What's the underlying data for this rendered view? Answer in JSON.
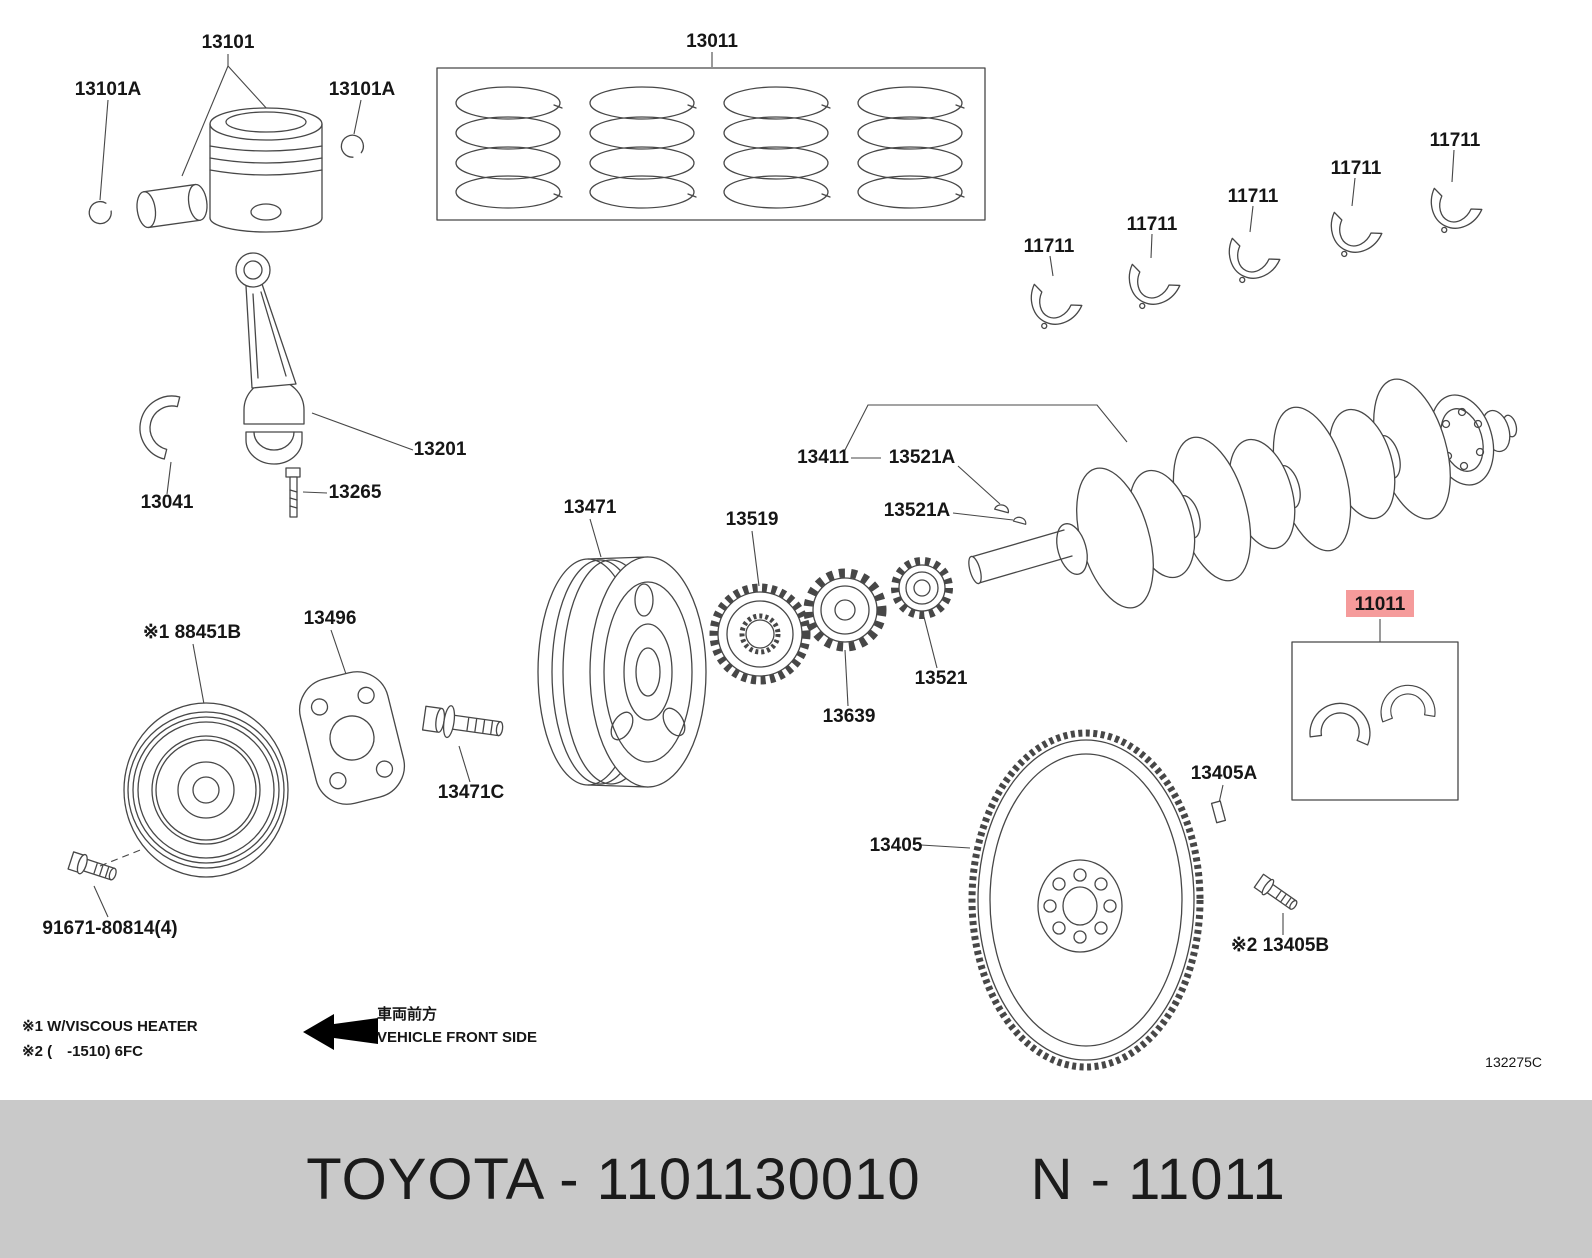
{
  "parts": {
    "p13101": "13101",
    "p13101A": "13101A",
    "p13011": "13011",
    "p11711": "11711",
    "p13201": "13201",
    "p13265": "13265",
    "p13041": "13041",
    "p13411": "13411",
    "p13521A": "13521A",
    "p13471": "13471",
    "p13519": "13519",
    "p13639": "13639",
    "p13521": "13521",
    "p88451B": "※1 88451B",
    "p13496": "13496",
    "p13471C": "13471C",
    "p11011": "11011",
    "p13405": "13405",
    "p13405A": "13405A",
    "p13405B": "※2 13405B",
    "p91671": "91671-80814(4)"
  },
  "notes": {
    "note1": "※1 W/VISCOUS HEATER",
    "note2": "※2 (　-1510) 6FC",
    "front_jp": "車両前方",
    "front_en": "VEHICLE FRONT SIDE",
    "diagram_code": "132275C"
  },
  "footer": {
    "left": "TOYOTA - 1101130010",
    "right": "N - 11011"
  },
  "colors": {
    "highlight_bg": "#F59B9B",
    "highlight_text": "#C40000"
  }
}
